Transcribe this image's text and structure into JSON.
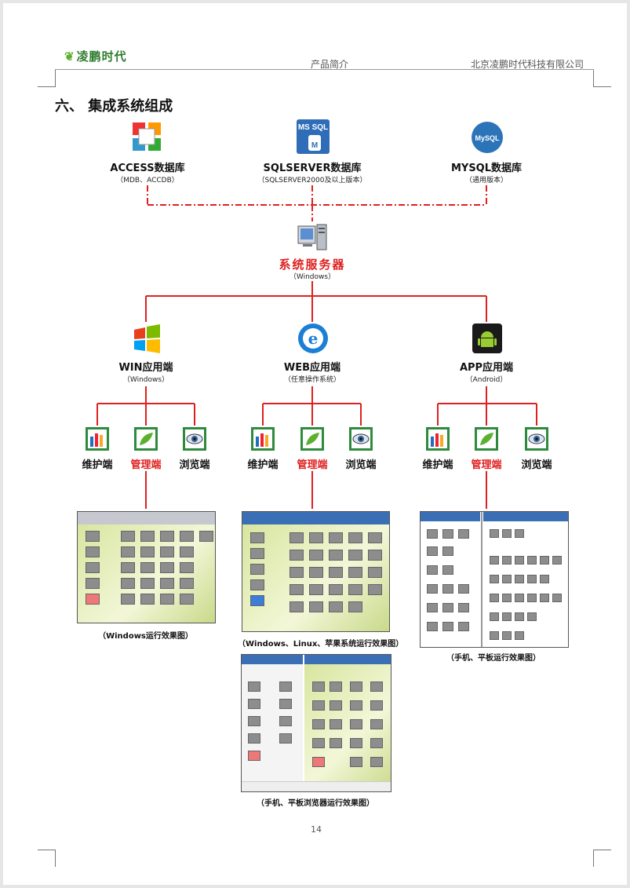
{
  "header": {
    "logo_text": "凌鹏时代",
    "center": "产品简介",
    "right": "北京凌鹏时代科技有限公司"
  },
  "section_title": "六、  集成系统组成",
  "databases": [
    {
      "icon": "office-access-icon",
      "title": "ACCESS数据库",
      "sub": "（MDB、ACCDB）"
    },
    {
      "icon": "ms-sql-icon",
      "icon_text": "MS SQL",
      "title": "SQLSERVER数据库",
      "sub": "（SQLSERVER2000及以上版本）"
    },
    {
      "icon": "mysql-icon",
      "icon_text": "MySQL",
      "title": "MYSQL数据库",
      "sub": "（通用版本）"
    }
  ],
  "server": {
    "icon": "server-icon",
    "title": "系统服务器",
    "sub": "（Windows）"
  },
  "clients": [
    {
      "icon": "windows-logo-icon",
      "title": "WIN应用端",
      "sub": "（Windows）"
    },
    {
      "icon": "ie-browser-icon",
      "title": "WEB应用端",
      "sub": "（任意操作系统）"
    },
    {
      "icon": "android-app-icon",
      "title": "APP应用端",
      "sub": "（Android）"
    }
  ],
  "roles": [
    "维护端",
    "管理端",
    "浏览端"
  ],
  "captions": {
    "windows": "（Windows运行效果图）",
    "web": "（Windows、Linux、苹果系统运行效果图）",
    "app": "（手机、平板运行效果图）",
    "browser": "（手机、平板浏览器运行效果图）"
  },
  "colors": {
    "connector_red": "#e02020",
    "dash_red": "#e02020",
    "brand_green": "#2e7d2e"
  },
  "page_number": "14"
}
